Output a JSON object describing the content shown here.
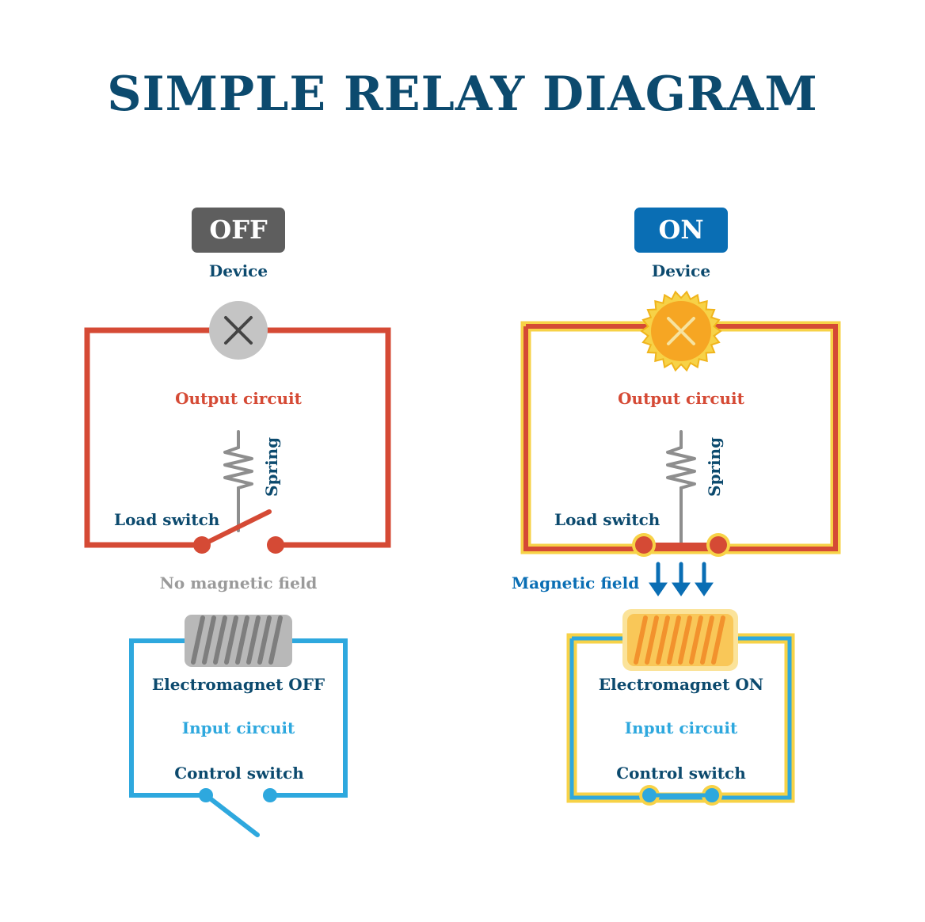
{
  "title": "SIMPLE RELAY DIAGRAM",
  "off_state": {
    "badge": "OFF",
    "device_label": "Device",
    "output_circuit_label": "Output circuit",
    "spring_label": "Spring",
    "load_switch_label": "Load switch",
    "field_label": "No magnetic field",
    "electromagnet_label": "Electromagnet OFF",
    "input_circuit_label": "Input circuit",
    "control_switch_label": "Control switch"
  },
  "on_state": {
    "badge": "ON",
    "device_label": "Device",
    "output_circuit_label": "Output circuit",
    "spring_label": "Spring",
    "load_switch_label": "Load switch",
    "field_label": "Magnetic field",
    "electromagnet_label": "Electromagnet ON",
    "input_circuit_label": "Input circuit",
    "control_switch_label": "Control switch"
  },
  "colors": {
    "title": "#0c4a6e",
    "off_badge": "#5e5e5e",
    "on_badge": "#0a6eb4",
    "output_wire": "#d54a35",
    "input_wire": "#2ea8de",
    "glow": "#f7d247",
    "device_on": "#f6a623",
    "coil_on": "#f2922d",
    "coil_off": "#8e8e8e"
  }
}
